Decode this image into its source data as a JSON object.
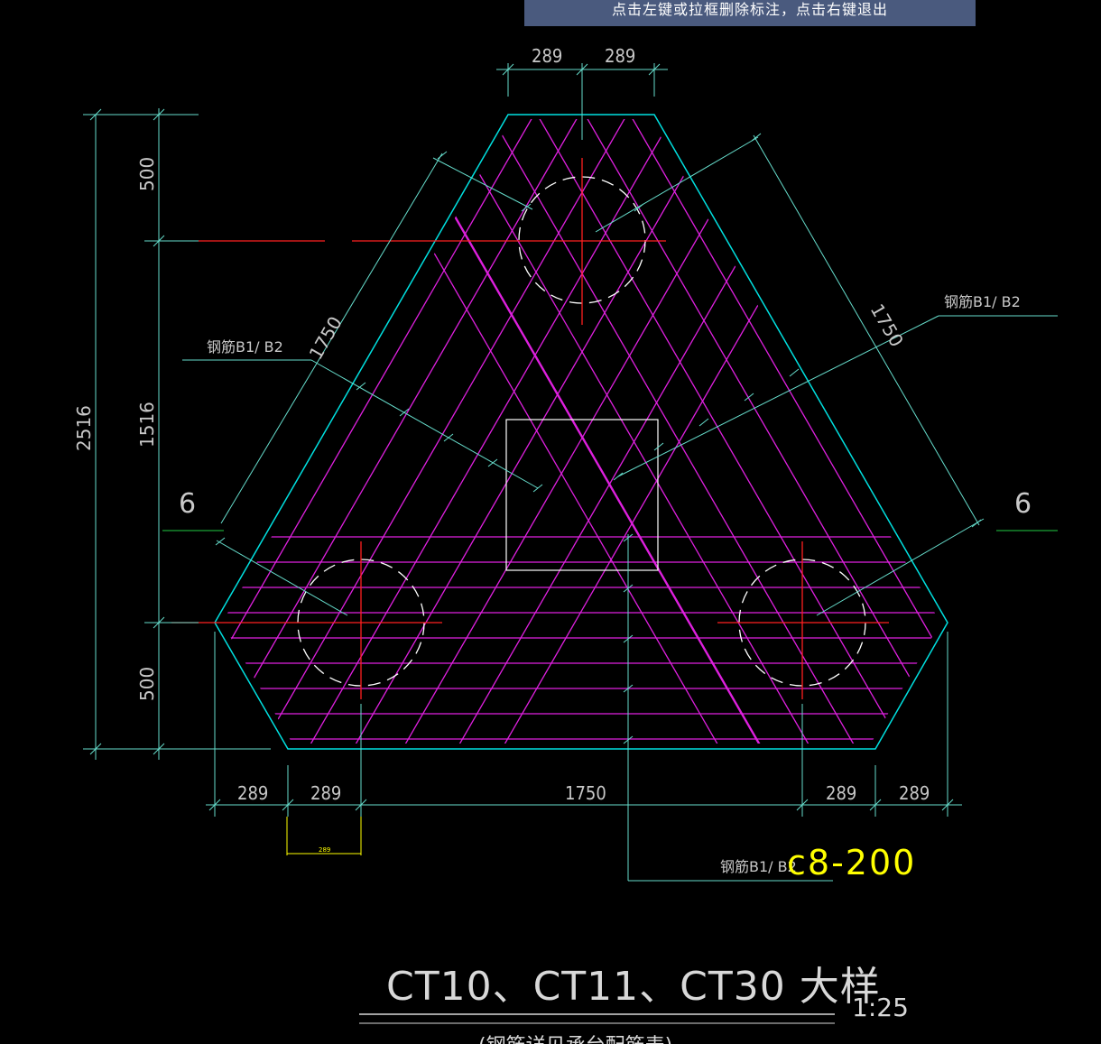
{
  "status_bar": {
    "prompt": "点击左键或拉框删除标注，点击右键退出"
  },
  "dimensions": {
    "top_left": "289",
    "top_right": "289",
    "height_total": "2516",
    "height_top": "500",
    "height_mid": "1516",
    "height_bottom": "500",
    "diag_left": "1750",
    "diag_right": "1750",
    "bottom": [
      "289",
      "289",
      "1750",
      "289",
      "289"
    ],
    "small_dim": "289"
  },
  "labels": {
    "rebar_left": "钢筋B1/ B2",
    "rebar_right": "钢筋B1/ B2",
    "rebar_bottom": "钢筋B1/ B2",
    "rebar_spec": "c8-200",
    "section_left": "6",
    "section_right": "6"
  },
  "title": {
    "main": "CT10、CT11、CT30  大样",
    "scale": "1:25",
    "subtitle": "(钢筋详见承台配筋表)"
  },
  "colors": {
    "background": "#000000",
    "outline": "#00e0e0",
    "rebar": "#e020e0",
    "center_lines": "#ff2020",
    "dims": "#66ddcc",
    "spec": "#ffff00"
  }
}
